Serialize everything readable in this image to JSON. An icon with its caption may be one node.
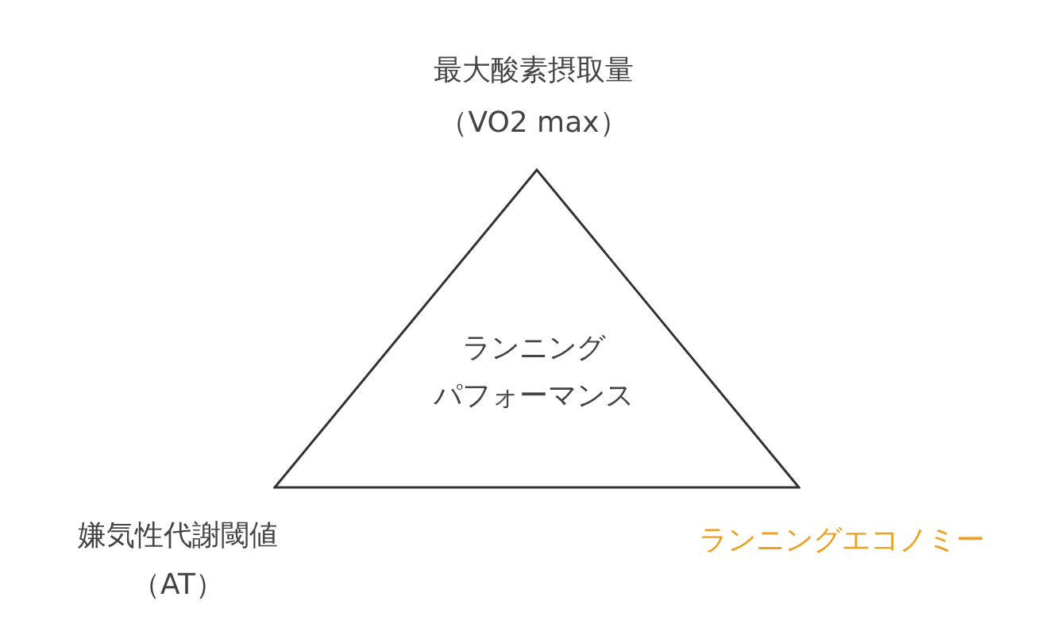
{
  "diagram": {
    "nodes": [
      {
        "text": [
          "ランニング",
          "パフォーマンス"
        ]
      }
    ],
    "labels": [
      "最大酸素摂取量",
      "（VO2 max）",
      "嫌気性代謝閾値",
      "（AT）",
      "ランニングエコノミー"
    ]
  }
}
